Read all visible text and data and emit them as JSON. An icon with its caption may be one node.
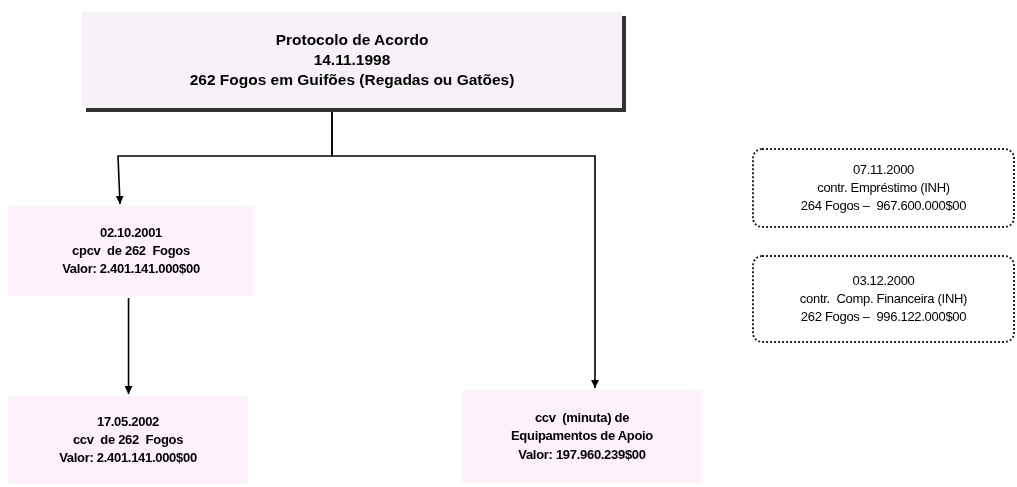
{
  "diagram": {
    "nodes": [
      {
        "text": [
          "Protocolo de Acordo",
          "14.11.1998",
          "262 Fogos em Guifões (Regadas ou Gatões)"
        ]
      },
      {
        "text": [
          "02.10.2001",
          "cpcv  de 262  Fogos",
          "Valor: 2.401.141.000$00"
        ]
      },
      {
        "text": [
          "17.05.2002",
          "ccv  de 262  Fogos",
          "Valor: 2.401.141.000$00"
        ]
      },
      {
        "text": [
          "ccv  (minuta) de",
          "Equipamentos de Apoio",
          "Valor: 197.960.239$00"
        ]
      },
      {
        "text": [
          "07.11.2000",
          "contr. Empréstimo (INH)",
          "264 Fogos –  967.600.000$00"
        ]
      },
      {
        "text": [
          "03.12.2000",
          "contr.  Comp. Financeira (INH)",
          "262 Fogos –  996.122.000$00"
        ]
      }
    ],
    "edges": [
      {
        "from": 0,
        "to": 1,
        "arrow": "to"
      },
      {
        "from": 0,
        "to": 3,
        "arrow": "to"
      },
      {
        "from": 1,
        "to": 2,
        "arrow": "to"
      }
    ]
  }
}
